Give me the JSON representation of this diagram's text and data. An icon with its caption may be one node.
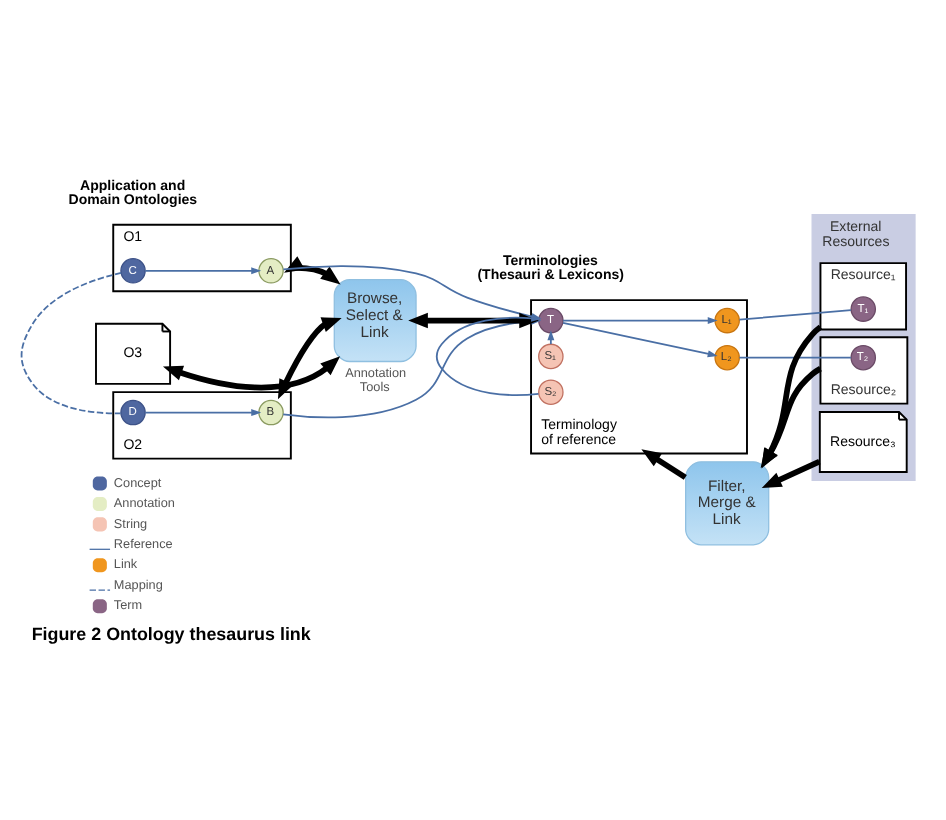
{
  "diagram": {
    "caption": "Figure 2 Ontology thesaurus link",
    "nodes": [
      {
        "text": [
          "O1"
        ]
      },
      {
        "text": [
          "C"
        ],
        "in": 0
      },
      {
        "text": [
          "A"
        ],
        "in": 0
      },
      {
        "text": [
          "O2"
        ]
      },
      {
        "text": [
          "D"
        ],
        "in": 3
      },
      {
        "text": [
          "B"
        ],
        "in": 3
      },
      {
        "text": [
          "O3"
        ]
      },
      {
        "text": [
          "Browse, Select & Link"
        ],
        "beside": [
          "Annotation Tools"
        ]
      },
      {
        "text": [
          "Terminology of reference"
        ]
      },
      {
        "text": [
          "T"
        ],
        "in": 8
      },
      {
        "text": [
          "S₁"
        ],
        "in": 8
      },
      {
        "text": [
          "S₂"
        ],
        "in": 8
      },
      {
        "text": [
          "L₁"
        ],
        "in": 8
      },
      {
        "text": [
          "L₂"
        ],
        "in": 8
      },
      {
        "text": [
          "Filter, Merge & Link"
        ]
      },
      {
        "text": [
          "External Resources"
        ]
      },
      {
        "text": [
          "Resource₁"
        ],
        "in": 15
      },
      {
        "text": [
          "T₁"
        ],
        "in": 16
      },
      {
        "text": [
          "Resource₂"
        ],
        "in": 15
      },
      {
        "text": [
          "T₂"
        ],
        "in": 18
      },
      {
        "text": [
          "Resource₃"
        ],
        "in": 15
      }
    ],
    "edges": [
      {
        "from": 1,
        "to": 2,
        "arrow": "to"
      },
      {
        "from": 1,
        "to": 4,
        "arrow": "none",
        "style": "dashed"
      },
      {
        "from": 4,
        "to": 5,
        "arrow": "to"
      },
      {
        "from": 2,
        "to": 9,
        "arrow": "to"
      },
      {
        "from": 5,
        "to": 9,
        "arrow": "to"
      },
      {
        "from": 6,
        "to": 7,
        "arrow": "both",
        "style": "thick",
        "color": "#000000"
      },
      {
        "from": 3,
        "to": 7,
        "arrow": "both",
        "style": "thick",
        "color": "#000000"
      },
      {
        "from": 0,
        "to": 7,
        "arrow": "both",
        "style": "thick",
        "color": "#000000"
      },
      {
        "from": 7,
        "to": 8,
        "arrow": "both",
        "style": "thick",
        "color": "#000000"
      },
      {
        "from": 10,
        "to": 9,
        "arrow": "to"
      },
      {
        "from": 11,
        "to": 9,
        "arrow": "to"
      },
      {
        "from": 9,
        "to": 12,
        "arrow": "to"
      },
      {
        "from": 9,
        "to": 13,
        "arrow": "to"
      },
      {
        "from": 12,
        "to": 17,
        "arrow": "none"
      },
      {
        "from": 13,
        "to": 19,
        "arrow": "none"
      },
      {
        "from": 16,
        "to": 14,
        "arrow": "to",
        "style": "thick",
        "color": "#000000"
      },
      {
        "from": 18,
        "to": 14,
        "arrow": "to",
        "style": "thick",
        "color": "#000000"
      },
      {
        "from": 20,
        "to": 14,
        "arrow": "to",
        "style": "thick",
        "color": "#000000"
      },
      {
        "from": 14,
        "to": 8,
        "arrow": "to",
        "style": "thick",
        "color": "#000000"
      }
    ],
    "labels": [
      "Application and Domain Ontologies",
      "Terminologies (Thesauri & Lexicons)"
    ],
    "legend": [
      {
        "text": "Concept",
        "color": "#4f67a0"
      },
      {
        "text": "Annotation",
        "color": "#e4edc4"
      },
      {
        "text": "String",
        "color": "#f5c4b4"
      },
      {
        "text": "Reference"
      },
      {
        "text": "Link",
        "color": "#f0961e"
      },
      {
        "text": "Mapping"
      },
      {
        "text": "Term",
        "color": "#8a6585"
      }
    ]
  }
}
